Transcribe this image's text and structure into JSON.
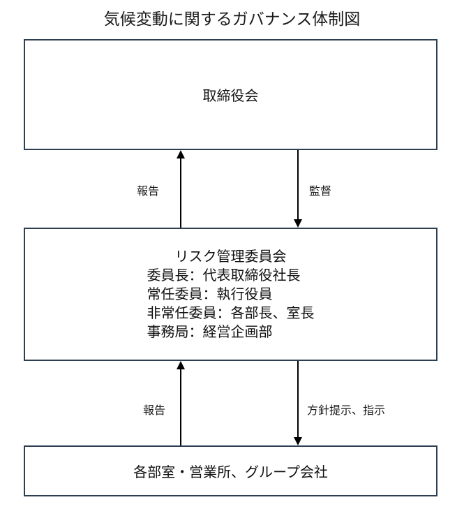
{
  "title": "気候変動に関するガバナンス体制図",
  "boxes": {
    "board": {
      "label": "取締役会"
    },
    "risk_committee": {
      "heading": "リスク管理委員会",
      "lines": [
        "委員長：代表取締役社長",
        "常任委員：執行役員",
        "非常任委員：各部長、室長",
        "事務局：経営企画部"
      ]
    },
    "departments": {
      "label": "各部室・営業所、グループ会社"
    }
  },
  "arrows": {
    "risk_to_board": {
      "label": "報告",
      "direction": "up"
    },
    "board_to_risk": {
      "label": "監督",
      "direction": "down"
    },
    "depts_to_risk": {
      "label": "報告",
      "direction": "up"
    },
    "risk_to_depts": {
      "label": "方針提示、指示",
      "direction": "down"
    }
  },
  "colors": {
    "border": "#2c3e50",
    "arrow": "#000000"
  }
}
